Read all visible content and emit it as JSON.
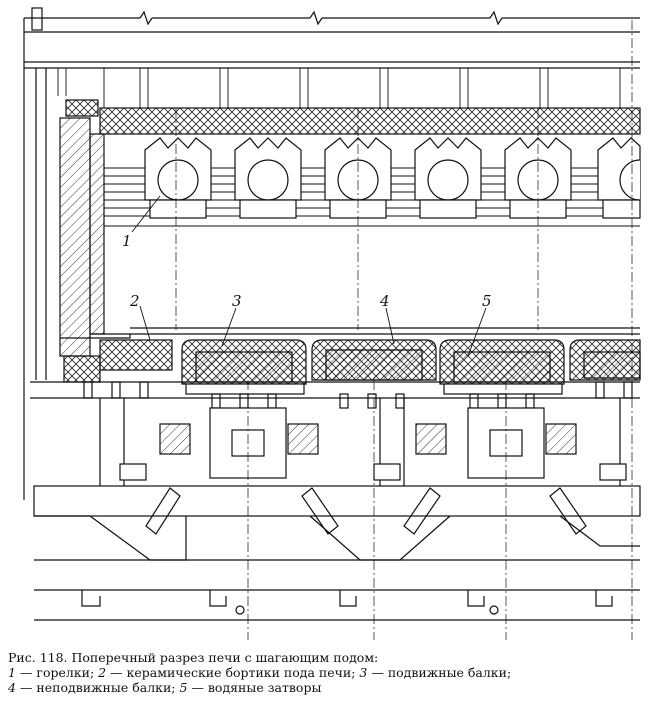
{
  "figure": {
    "callouts": [
      {
        "n": "1",
        "id": "burners"
      },
      {
        "n": "2",
        "id": "ceramic-rims"
      },
      {
        "n": "3",
        "id": "movable-beams"
      },
      {
        "n": "4",
        "id": "fixed-beams"
      },
      {
        "n": "5",
        "id": "water-seals"
      }
    ]
  },
  "caption": {
    "title": "Рис. 118. Поперечный разрез печи с шагающим подом:",
    "legend": [
      {
        "num": "1",
        "text": "— горелки;"
      },
      {
        "num": "2",
        "text": "— керамические бортики пода печи;"
      },
      {
        "num": "3",
        "text": "— подвижные балки;"
      },
      {
        "num": "4",
        "text": "— неподвижные балки;"
      },
      {
        "num": "5",
        "text": "— водяные затворы"
      }
    ]
  }
}
